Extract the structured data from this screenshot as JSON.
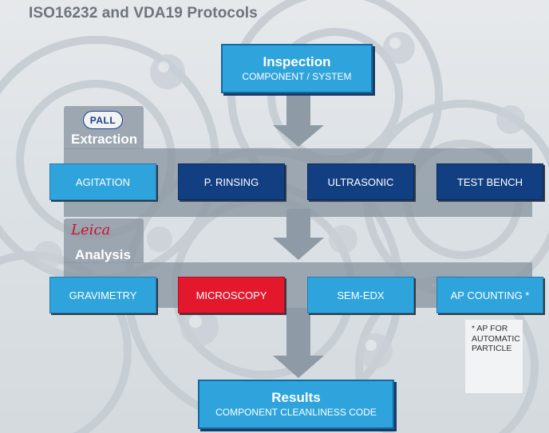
{
  "title": "ISO16232 and VDA19 Protocols",
  "inspection": {
    "title": "Inspection",
    "subtitle": "COMPONENT / SYSTEM"
  },
  "extraction": {
    "logo_text": "PALL",
    "label": "Extraction",
    "methods": [
      "AGITATION",
      "P. RINSING",
      "ULTRASONIC",
      "TEST BENCH"
    ]
  },
  "analysis": {
    "logo_text": "Leica",
    "label": "Analysis",
    "methods": [
      "GRAVIMETRY",
      "MICROSCOPY",
      "SEM-EDX",
      "AP COUNTING *"
    ]
  },
  "results": {
    "title": "Results",
    "subtitle": "COMPONENT CLEANLINESS CODE"
  },
  "note": {
    "lines": [
      "* AP FOR",
      "AUTOMATIC",
      "PARTICLE"
    ]
  },
  "colors": {
    "light_blue": "#2fa4dc",
    "dark_blue": "#123f82",
    "highlight_red": "#e3182d",
    "panel_gray": "#8996a2",
    "arrow_gray": "#8e9ba6"
  }
}
